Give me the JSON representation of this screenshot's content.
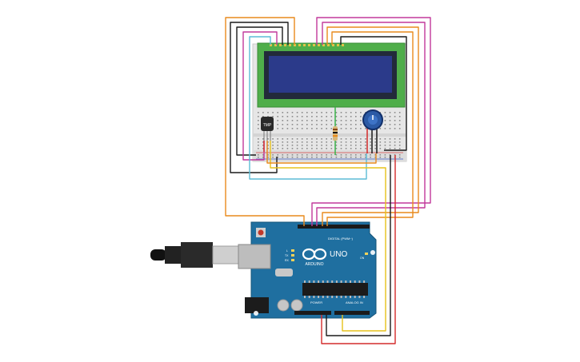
{
  "circuit": {
    "sensor_label": "TMP",
    "arduino": {
      "brand": "ARDUINO",
      "model": "UNO",
      "digital_header": "DIGITAL (PWM~)",
      "power_header": "POWER",
      "analog_header": "ANALOG IN",
      "tx": "TX",
      "rx": "RX",
      "led_l": "L",
      "led_on": "ON"
    },
    "colors": {
      "board_blue": "#1f6fa0",
      "lcd_green": "#4fae4a",
      "lcd_screen": "#2b3a8a",
      "breadboard": "#e9e9e9",
      "wire_black": "#1a1a1a",
      "wire_red": "#d42b2b",
      "wire_orange": "#e98a1c",
      "wire_yellow": "#e7c21b",
      "wire_magenta": "#c2389b",
      "wire_cyan": "#5bbcd6",
      "wire_green": "#3bb34a"
    }
  }
}
